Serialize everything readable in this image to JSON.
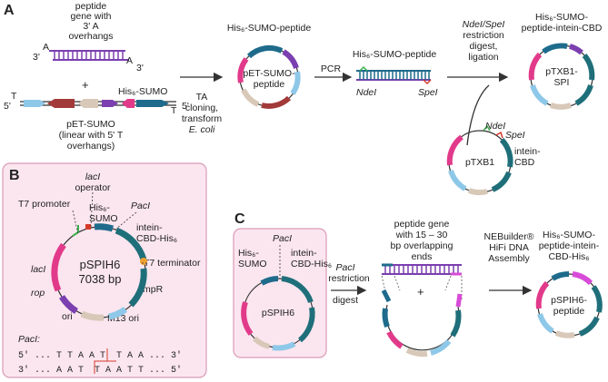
{
  "panels": {
    "A": {
      "label": "A",
      "peptide_gene": [
        "peptide",
        "gene with",
        "3' A",
        "overhangs"
      ],
      "insert_ends": {
        "left_3": "3'",
        "left_A": "A",
        "right_A": "A",
        "right_3": "3'"
      },
      "plus": "+",
      "vector_ends": {
        "left_5": "5'",
        "left_T": "T",
        "right_T": "T",
        "right_5": "5'"
      },
      "his_sumo_label": "His₆-SUMO",
      "pet_sumo_caption": [
        "pET-SUMO",
        "(linear with 5' T",
        "overhangs)"
      ],
      "arrow1_label": [
        "TA",
        "cloning,",
        "transform",
        "E. coli"
      ],
      "plasmid1_top": "His₆-SUMO-peptide",
      "plasmid1_name": [
        "pET-SUMO-",
        "peptide"
      ],
      "arrow2_label": "PCR",
      "pcr_product_label": "His₆-SUMO-peptide",
      "ndei": "NdeI",
      "spei": "SpeI",
      "arrow3_label": [
        "NdeI/SpeI",
        "restriction",
        "digest,",
        "ligation"
      ],
      "final_top": [
        "His₆-SUMO-",
        "peptide-intein-CBD"
      ],
      "final_name": [
        "pTXB1-",
        "SPI"
      ],
      "ptxb1_ndei": "NdeI",
      "ptxb1_spei": "SpeI",
      "ptxb1_intein": [
        "intein-",
        "CBD"
      ],
      "ptxb1_name": "pTXB1"
    },
    "B": {
      "label": "B",
      "laci_operator": [
        "lacI",
        "operator"
      ],
      "t7_promoter": "T7 promoter",
      "his_sumo": [
        "His₆-",
        "SUMO"
      ],
      "paci": "PacI",
      "intein_cbd_his": [
        "intein-",
        "CBD-His₆"
      ],
      "t7_terminator": "T7 terminator",
      "laci": "lacI",
      "plasmid_name": [
        "pSPIH6",
        "7038 bp"
      ],
      "ampr": "AmpR",
      "rop": "rop",
      "ori": "ori",
      "m13_ori": "M13 ori",
      "paci_site_label": "PacI:",
      "seq_top": [
        "5' ... T T A A T",
        "T A A ... 3'"
      ],
      "seq_bottom": [
        "3' ... A A T",
        "T A A T T ... 5'"
      ]
    },
    "C": {
      "label": "C",
      "paci": "PacI",
      "his_sumo": [
        "His₆-",
        "SUMO"
      ],
      "intein_cbd_his": [
        "intein-",
        "CBD-His₆"
      ],
      "plasmid_name": "pSPIH6",
      "arrow1_label": [
        "PacI",
        "restriction",
        "digest"
      ],
      "peptide_gene": [
        "peptide gene",
        "with 15 – 30",
        "bp overlapping",
        "ends"
      ],
      "plus": "+",
      "arrow2_label": [
        "NEBuilder®",
        "HiFi DNA",
        "Assembly"
      ],
      "final_top": [
        "His₆-SUMO-",
        "peptide-intein-",
        "CBD-His₆"
      ],
      "final_name": [
        "pSPIH6-",
        "peptide"
      ]
    }
  },
  "colors": {
    "his_sumo": "#1e6b8c",
    "peptide": "#7b3fb0",
    "pink": "#e23a8a",
    "panel_bg": "#fbe6ef",
    "panel_border": "#d99ab6",
    "teal": "#1f6f7a",
    "light_blue": "#8ec8e8",
    "brown": "#a33a3a",
    "beige": "#d8c8b8",
    "magenta": "#d84bd8",
    "green": "#36b24a",
    "red": "#d63a2a",
    "orange": "#f0a030"
  }
}
